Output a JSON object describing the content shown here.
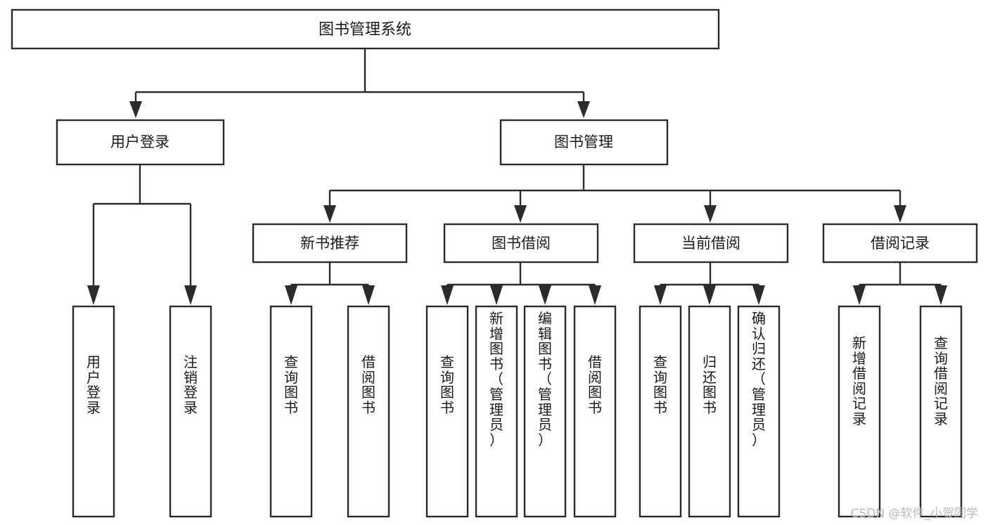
{
  "diagram": {
    "title": "图书管理系统",
    "type": "tree-hierarchy-chart",
    "watermark": "CSDN @软件_小贺同学",
    "colors": {
      "stroke": "#2b2b2b",
      "fill": "#ffffff",
      "text": "#1a1a1a",
      "watermark": "#b9b9b9"
    },
    "levels": {
      "root": {
        "label": "图书管理系统"
      },
      "level2": [
        {
          "id": "user-login",
          "label": "用户登录"
        },
        {
          "id": "book-management",
          "label": "图书管理"
        }
      ],
      "level3": [
        {
          "id": "new-book-recommend",
          "label": "新书推荐",
          "parent": "book-management"
        },
        {
          "id": "book-borrow",
          "label": "图书借阅",
          "parent": "book-management"
        },
        {
          "id": "current-borrow",
          "label": "当前借阅",
          "parent": "book-management"
        },
        {
          "id": "borrow-record",
          "label": "借阅记录",
          "parent": "book-management"
        }
      ],
      "leaves": [
        {
          "id": "leaf-user-login",
          "label": "用户登录",
          "parent": "user-login"
        },
        {
          "id": "leaf-logout",
          "label": "注销登录",
          "parent": "user-login"
        },
        {
          "id": "leaf-query-book-1",
          "label": "查询图书",
          "parent": "new-book-recommend"
        },
        {
          "id": "leaf-borrow-book-1",
          "label": "借阅图书",
          "parent": "new-book-recommend"
        },
        {
          "id": "leaf-query-book-2",
          "label": "查询图书",
          "parent": "book-borrow"
        },
        {
          "id": "leaf-add-book",
          "label": "新增图书（管理员）",
          "parent": "book-borrow"
        },
        {
          "id": "leaf-edit-book",
          "label": "编辑图书（管理员）",
          "parent": "book-borrow"
        },
        {
          "id": "leaf-borrow-book-2",
          "label": "借阅图书",
          "parent": "book-borrow"
        },
        {
          "id": "leaf-query-book-3",
          "label": "查询图书",
          "parent": "current-borrow"
        },
        {
          "id": "leaf-return-book",
          "label": "归还图书",
          "parent": "current-borrow"
        },
        {
          "id": "leaf-confirm-return",
          "label": "确认归还（管理员）",
          "parent": "current-borrow"
        },
        {
          "id": "leaf-add-record",
          "label": "新增借阅记录",
          "parent": "borrow-record"
        },
        {
          "id": "leaf-query-record",
          "label": "查询借阅记录",
          "parent": "borrow-record"
        }
      ]
    }
  }
}
